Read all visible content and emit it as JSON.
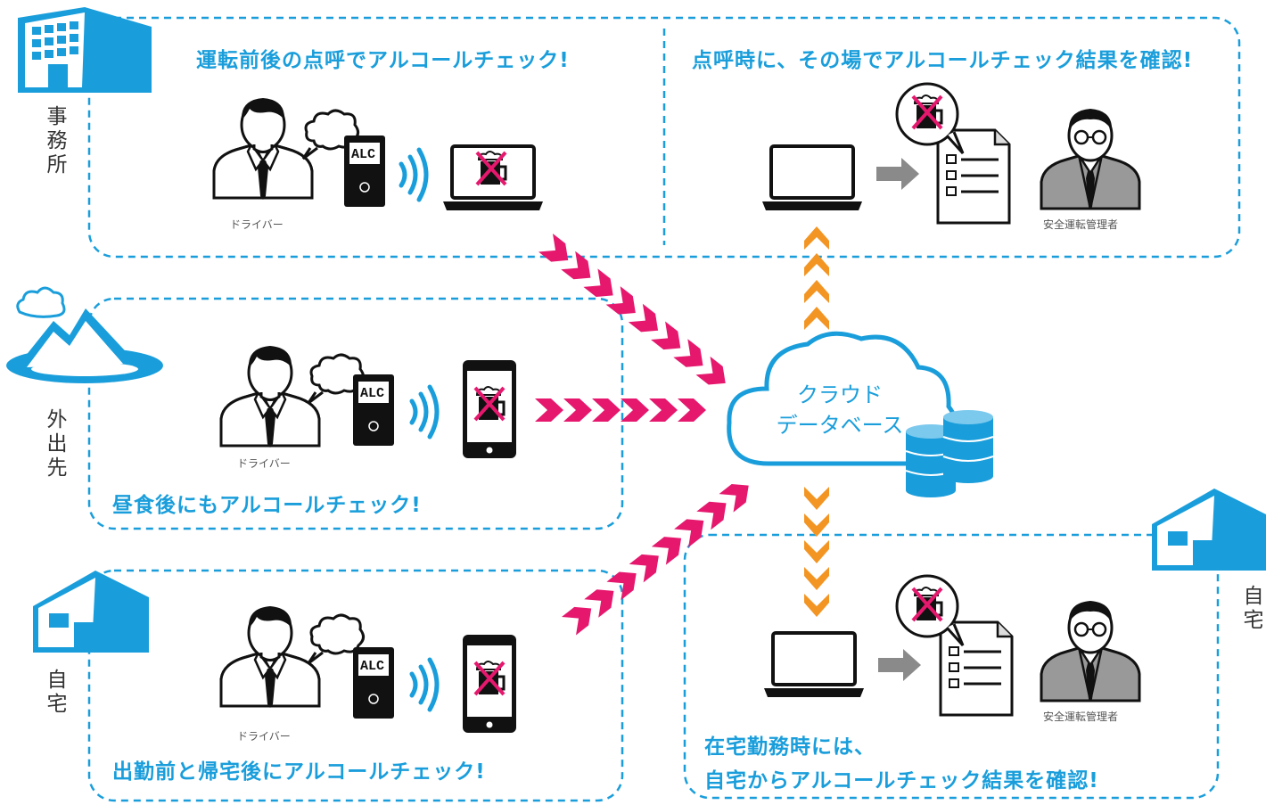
{
  "places": {
    "office": "事務所",
    "outside": "外出先",
    "home_left": "自宅",
    "home_right": "自宅"
  },
  "captions": {
    "office_driver": "運転前後の点呼でアルコールチェック!",
    "office_manager": "点呼時に、その場でアルコールチェック結果を確認!",
    "outside": "昼食後にもアルコールチェック!",
    "home_driver": "出勤前と帰宅後にアルコールチェック!",
    "home_manager_line1": "在宅勤務時には、",
    "home_manager_line2": "自宅からアルコールチェック結果を確認!"
  },
  "labels": {
    "driver": "ドライバー",
    "manager": "安全運転管理者",
    "device": "ALC"
  },
  "cloud": {
    "line1": "クラウド",
    "line2": "データベース"
  },
  "colors": {
    "blue": "#1a9edb",
    "pink": "#e5186e",
    "orange": "#f39523",
    "gray": "#8a8a8a"
  }
}
